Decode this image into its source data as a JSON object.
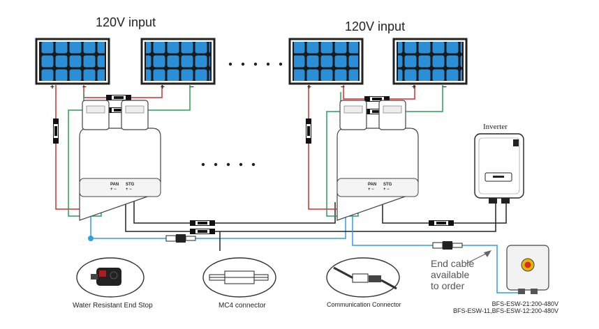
{
  "titles": {
    "left_input": "120V input",
    "right_input": "120V input"
  },
  "inverter_label": "Inverter",
  "device_ports": {
    "pan": "PAN",
    "stg": "STG",
    "pan_pol": "+ −",
    "stg_pol": "+ −"
  },
  "panel_polarity": {
    "plus": "+",
    "minus": "−"
  },
  "captions": {
    "end_stop": "Water Resistant End Stop",
    "mc4": "MC4 connector",
    "comm": "Communication Connector"
  },
  "end_cable_note": [
    "End cable",
    "available",
    "to order"
  ],
  "model_lines": [
    "BFS-ESW-21:200-480V",
    "BFS-ESW-11,BFS-ESW-12:200-480V"
  ],
  "colors": {
    "cell": "#2b8fd8",
    "red_wire": "#d92b2b",
    "green_wire": "#27a055",
    "blue_wire": "#2ea0e6",
    "black_wire": "#222222"
  }
}
